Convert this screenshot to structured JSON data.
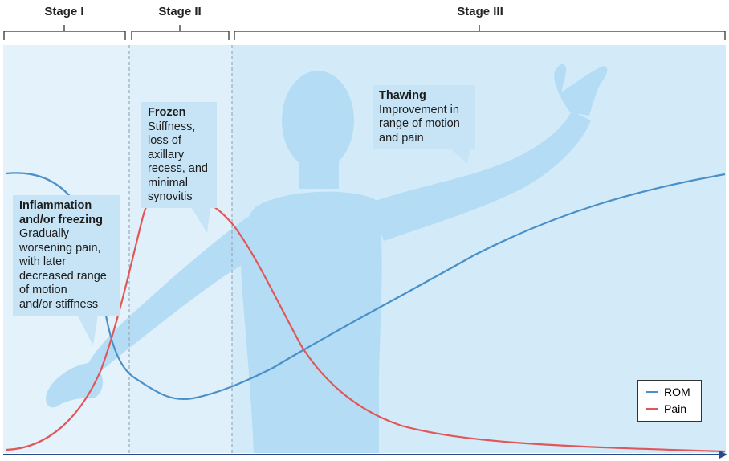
{
  "stages": [
    {
      "label": "Stage I"
    },
    {
      "label": "Stage II"
    },
    {
      "label": "Stage III"
    }
  ],
  "callouts": [
    {
      "title": "Inflammation and/or freezing",
      "title_lines": [
        "Inflammation",
        "and/or freezing"
      ],
      "body_lines": [
        "Gradually",
        "worsening pain,",
        "with later",
        "decreased range",
        "of motion",
        "and/or stiffness"
      ]
    },
    {
      "title": "Frozen",
      "title_lines": [
        "Frozen"
      ],
      "body_lines": [
        "Stiffness,",
        "loss of",
        "axillary",
        "recess, and",
        "minimal",
        "synovitis"
      ]
    },
    {
      "title": "Thawing",
      "title_lines": [
        "Thawing"
      ],
      "body_lines": [
        "Improvement in",
        "range of motion",
        "and pain"
      ]
    }
  ],
  "legend": [
    {
      "label": "ROM",
      "color": "#4a90c8"
    },
    {
      "label": "Pain",
      "color": "#e0575a"
    }
  ],
  "colors": {
    "rom": "#4a90c8",
    "pain": "#e0575a",
    "panel_light": "#e3f2fb",
    "panel_mid": "#d3ebf8",
    "silhouette": "#b4ddf5",
    "axis": "#2b4a8c",
    "divider": "#9aaab8"
  }
}
